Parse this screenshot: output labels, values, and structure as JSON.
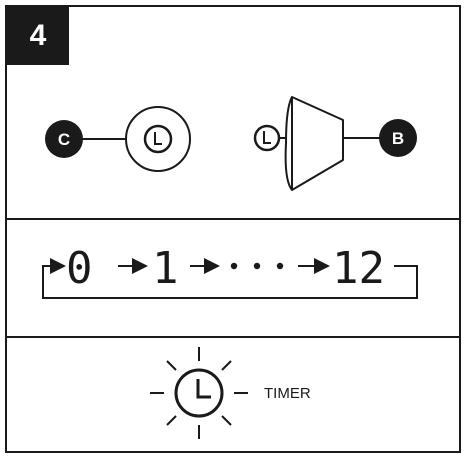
{
  "step": {
    "number": "4"
  },
  "panel_top": {
    "left_control": {
      "badge": "C",
      "icon": "clock-icon"
    },
    "right_control": {
      "badge": "B",
      "icon": "clock-icon",
      "device": "hood-icon"
    }
  },
  "panel_middle": {
    "sequence_start": "0",
    "sequence_next": "1",
    "sequence_end": "12",
    "icons": [
      "arrow-right-icon",
      "ellipsis-dots-icon",
      "loop-return-icon"
    ]
  },
  "panel_bottom": {
    "icon": "blinking-clock-icon",
    "label": "TIMER"
  },
  "colors": {
    "ink": "#1a1a1a",
    "paper": "#ffffff"
  }
}
